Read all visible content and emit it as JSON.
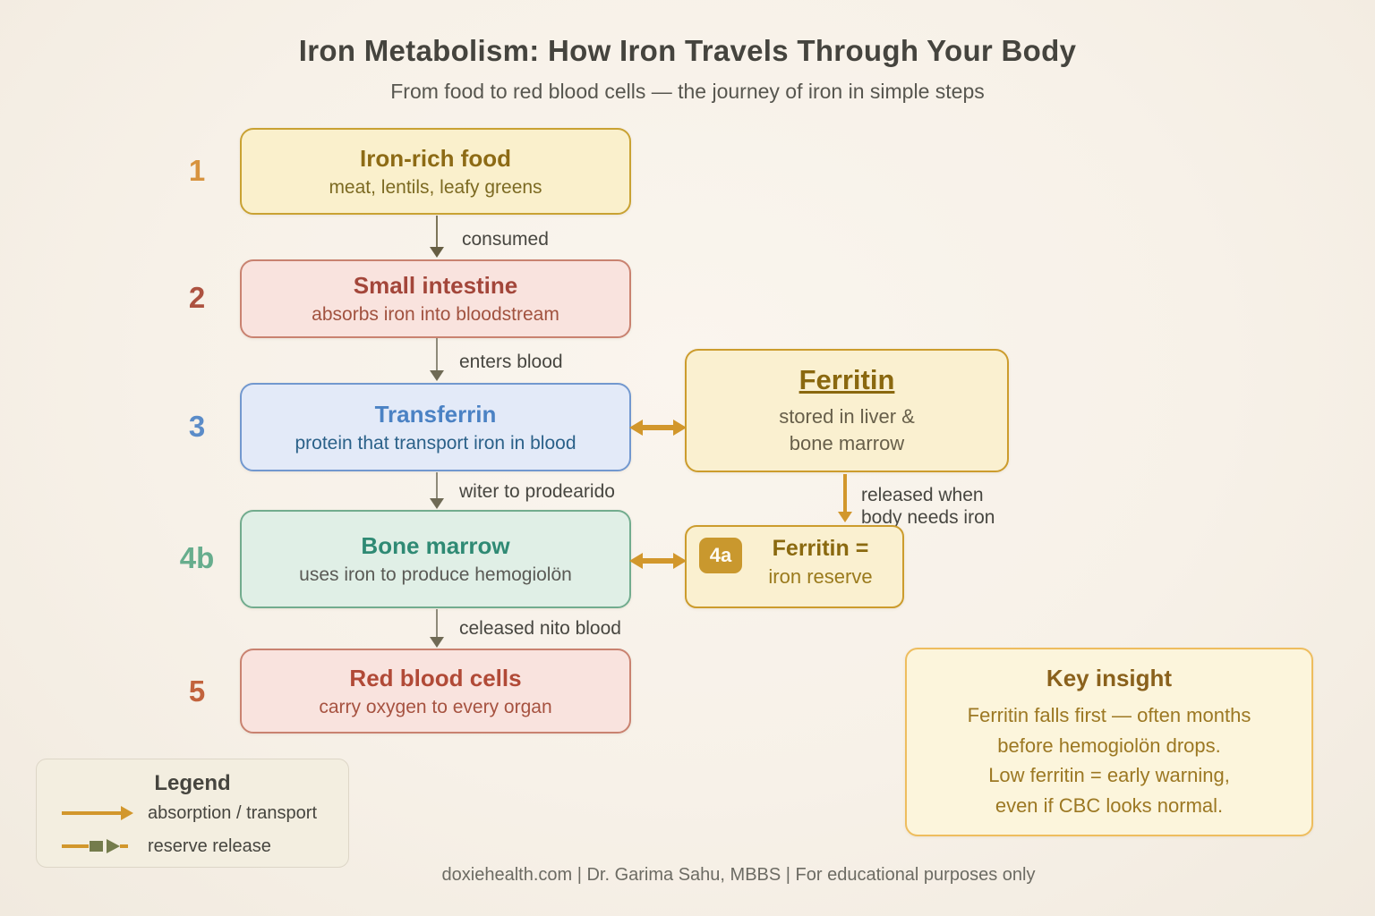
{
  "page": {
    "title": "Iron Metabolism: How Iron Travels Through Your Body",
    "subtitle": "From food to red blood cells — the journey of iron in simple steps",
    "footer": "doxiehealth.com | Dr. Garima Sahu, MBBS | For educational purposes only"
  },
  "steps": [
    {
      "number": "1",
      "title": "Iron-rich food",
      "subtitle": "meat, lentils, leafy greens"
    },
    {
      "number": "2",
      "title": "Small intestine",
      "subtitle": "absorbs iron into bloodstream"
    },
    {
      "number": "3",
      "title": "Transferrin",
      "subtitle": "protein that transport iron in blood"
    },
    {
      "number": "4b",
      "title": "Bone marrow",
      "subtitle": "uses iron to produce hemogiolön"
    },
    {
      "number": "5",
      "title": "Red blood cells",
      "subtitle": "carry oxygen to every organ"
    }
  ],
  "flow_labels": {
    "consumed": "consumed",
    "enters_blood": "enters blood",
    "to_bone_marrow": "witer to prodearido",
    "to_blood": "celeased nito blood"
  },
  "ferritin": {
    "title": "Ferritin",
    "line1": "stored in liver &",
    "line2": "bone marrow",
    "release_line1": "released when",
    "release_line2": "body needs iron"
  },
  "reserve": {
    "badge": "4a",
    "title": "Ferritin =",
    "subtitle": "iron reserve"
  },
  "key_insight": {
    "title": "Key insight",
    "line1": "Ferritin falls first — often months",
    "line2": "before hemogiolön drops.",
    "line3": "Low ferritin = early warning,",
    "line4": "even if CBC looks normal."
  },
  "legend": {
    "title": "Legend",
    "item1": "absorption / transport",
    "item2": "reserve release"
  },
  "palette": {
    "background": "#f7f1e8",
    "accent_gold": "#d2972c",
    "olive": "#747c4c",
    "arrow_gray": "#8e8a7a",
    "step1_color": "#d7933f",
    "step2_color": "#ad5240",
    "step3_color": "#5b8cc8",
    "step4b_color": "#67ad8d",
    "step5_color": "#c2633d"
  }
}
